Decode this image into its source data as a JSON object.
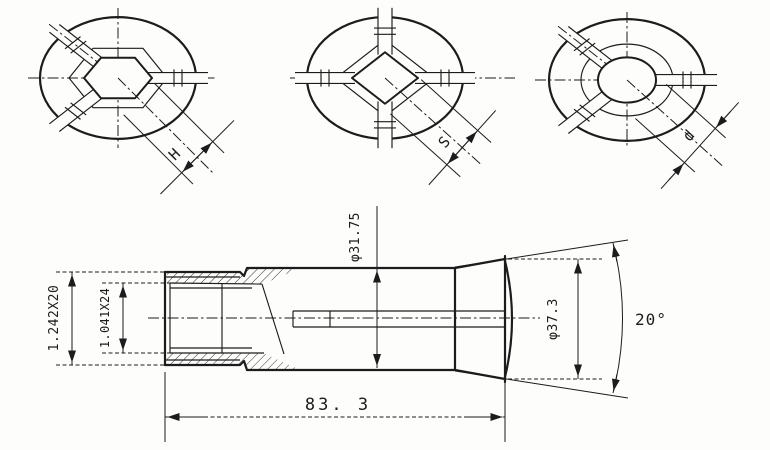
{
  "drawing": {
    "title": "collet-technical-drawing",
    "front_views": {
      "hex": {
        "bore_shape": "hexagon",
        "dim_label": "H"
      },
      "square": {
        "bore_shape": "square",
        "dim_label": "S"
      },
      "round": {
        "bore_shape": "round",
        "dim_label": "d"
      }
    },
    "section_view": {
      "external_thread": "1.242X20",
      "internal_thread": "1.041X24",
      "body_diameter": "φ31.75",
      "head_diameter": "φ37.3",
      "overall_length": "83. 3",
      "head_angle": "20°"
    },
    "colors": {
      "ink": "#1c1c1c",
      "paper": "#fdfdfc"
    }
  }
}
